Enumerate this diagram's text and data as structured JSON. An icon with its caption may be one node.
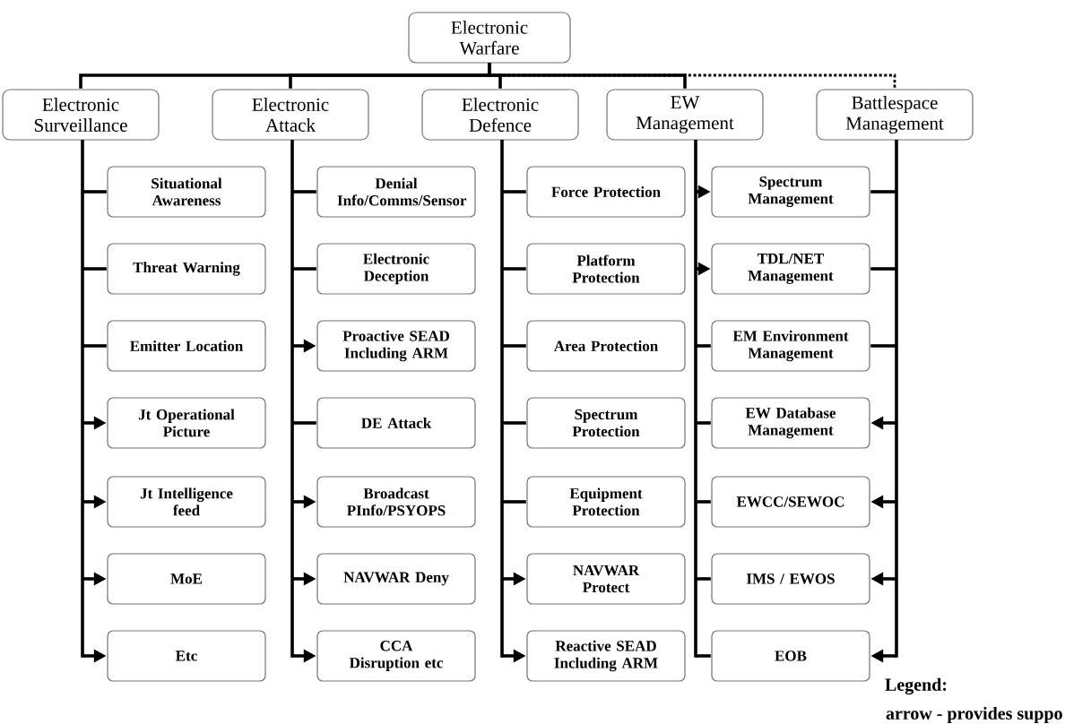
{
  "diagram": {
    "nodes": [
      {
        "text": [
          "Electronic Warfare"
        ]
      },
      {
        "text": [
          "Electronic Surveillance"
        ]
      },
      {
        "text": [
          "Electronic Attack"
        ]
      },
      {
        "text": [
          "Electronic Defence"
        ]
      },
      {
        "text": [
          "EW Management"
        ]
      },
      {
        "text": [
          "Battlespace Management"
        ]
      },
      {
        "text": [
          "Situational Awareness"
        ]
      },
      {
        "text": [
          "Threat Warning"
        ]
      },
      {
        "text": [
          "Emitter Location"
        ]
      },
      {
        "text": [
          "Jt Operational Picture"
        ]
      },
      {
        "text": [
          "Jt Intelligence feed"
        ]
      },
      {
        "text": [
          "MoE"
        ]
      },
      {
        "text": [
          "Etc"
        ]
      },
      {
        "text": [
          "Denial Info/Comms/Sensor"
        ]
      },
      {
        "text": [
          "Electronic Deception"
        ]
      },
      {
        "text": [
          "Proactive SEAD Including ARM"
        ]
      },
      {
        "text": [
          "DE Attack"
        ]
      },
      {
        "text": [
          "Broadcast PInfo/PSYOPS"
        ]
      },
      {
        "text": [
          "NAVWAR Deny"
        ]
      },
      {
        "text": [
          "CCA Disruption etc"
        ]
      },
      {
        "text": [
          "Force Protection"
        ]
      },
      {
        "text": [
          "Platform Protection"
        ]
      },
      {
        "text": [
          "Area Protection"
        ]
      },
      {
        "text": [
          "Spectrum Protection"
        ]
      },
      {
        "text": [
          "Equipment Protection"
        ]
      },
      {
        "text": [
          "NAVWAR Protect"
        ]
      },
      {
        "text": [
          "Reactive SEAD Including ARM"
        ]
      },
      {
        "text": [
          "Spectrum Management"
        ]
      },
      {
        "text": [
          "TDL/NET Management"
        ]
      },
      {
        "text": [
          "EM Environment Management"
        ]
      },
      {
        "text": [
          "EW Database Management"
        ]
      },
      {
        "text": [
          "EWCC/SEWOC"
        ]
      },
      {
        "text": [
          "IMS / EWOS"
        ]
      },
      {
        "text": [
          "EOB"
        ]
      }
    ],
    "edges": [
      {
        "from": 0,
        "to": 1,
        "arrow": "none"
      },
      {
        "from": 0,
        "to": 2,
        "arrow": "none"
      },
      {
        "from": 0,
        "to": 3,
        "arrow": "none"
      },
      {
        "from": 0,
        "to": 4,
        "arrow": "none"
      },
      {
        "from": 0,
        "to": 5,
        "arrow": "none",
        "style": "dashed"
      },
      {
        "from": 1,
        "to": 6,
        "arrow": "none"
      },
      {
        "from": 1,
        "to": 7,
        "arrow": "none"
      },
      {
        "from": 1,
        "to": 8,
        "arrow": "none"
      },
      {
        "from": 1,
        "to": 9,
        "arrow": "to"
      },
      {
        "from": 1,
        "to": 10,
        "arrow": "to"
      },
      {
        "from": 1,
        "to": 11,
        "arrow": "to"
      },
      {
        "from": 1,
        "to": 12,
        "arrow": "to"
      },
      {
        "from": 2,
        "to": 13,
        "arrow": "none"
      },
      {
        "from": 2,
        "to": 14,
        "arrow": "none"
      },
      {
        "from": 2,
        "to": 15,
        "arrow": "to"
      },
      {
        "from": 2,
        "to": 16,
        "arrow": "none"
      },
      {
        "from": 2,
        "to": 17,
        "arrow": "to"
      },
      {
        "from": 2,
        "to": 18,
        "arrow": "to"
      },
      {
        "from": 2,
        "to": 19,
        "arrow": "to"
      },
      {
        "from": 3,
        "to": 20,
        "arrow": "none"
      },
      {
        "from": 3,
        "to": 21,
        "arrow": "none"
      },
      {
        "from": 3,
        "to": 22,
        "arrow": "none"
      },
      {
        "from": 3,
        "to": 23,
        "arrow": "none"
      },
      {
        "from": 3,
        "to": 24,
        "arrow": "none"
      },
      {
        "from": 3,
        "to": 25,
        "arrow": "to"
      },
      {
        "from": 3,
        "to": 26,
        "arrow": "to"
      },
      {
        "from": 4,
        "to": 27,
        "arrow": "to"
      },
      {
        "from": 4,
        "to": 28,
        "arrow": "to"
      },
      {
        "from": 4,
        "to": 29,
        "arrow": "none"
      },
      {
        "from": 4,
        "to": 30,
        "arrow": "none"
      },
      {
        "from": 4,
        "to": 31,
        "arrow": "none"
      },
      {
        "from": 4,
        "to": 32,
        "arrow": "none"
      },
      {
        "from": 4,
        "to": 33,
        "arrow": "none"
      },
      {
        "from": 5,
        "to": 27,
        "arrow": "none"
      },
      {
        "from": 5,
        "to": 28,
        "arrow": "none"
      },
      {
        "from": 5,
        "to": 29,
        "arrow": "none"
      },
      {
        "from": 5,
        "to": 30,
        "arrow": "to"
      },
      {
        "from": 5,
        "to": 31,
        "arrow": "to"
      },
      {
        "from": 5,
        "to": 32,
        "arrow": "to"
      },
      {
        "from": 5,
        "to": 33,
        "arrow": "to"
      }
    ],
    "labels": [
      "Legend:",
      "arrow - provides suppo"
    ]
  }
}
